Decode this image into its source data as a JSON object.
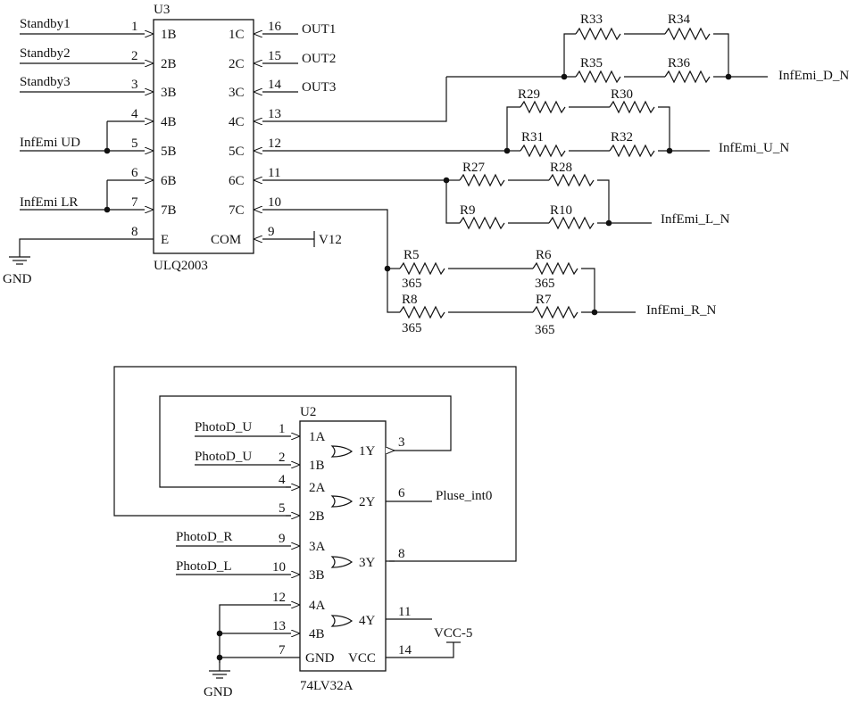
{
  "u3": {
    "ref": "U3",
    "part": "ULQ2003",
    "left_pins": [
      {
        "num": "1",
        "name": "1B",
        "net": "Standby1"
      },
      {
        "num": "2",
        "name": "2B",
        "net": "Standby2"
      },
      {
        "num": "3",
        "name": "3B",
        "net": "Standby3"
      },
      {
        "num": "4",
        "name": "4B",
        "net": ""
      },
      {
        "num": "5",
        "name": "5B",
        "net": "InfEmi UD"
      },
      {
        "num": "6",
        "name": "6B",
        "net": ""
      },
      {
        "num": "7",
        "name": "7B",
        "net": "InfEmi LR"
      },
      {
        "num": "8",
        "name": "E",
        "net": ""
      }
    ],
    "right_pins": [
      {
        "num": "16",
        "name": "1C",
        "net": "OUT1"
      },
      {
        "num": "15",
        "name": "2C",
        "net": "OUT2"
      },
      {
        "num": "14",
        "name": "3C",
        "net": "OUT3"
      },
      {
        "num": "13",
        "name": "4C",
        "net": ""
      },
      {
        "num": "12",
        "name": "5C",
        "net": ""
      },
      {
        "num": "11",
        "name": "6C",
        "net": ""
      },
      {
        "num": "10",
        "name": "7C",
        "net": ""
      },
      {
        "num": "9",
        "name": "COM",
        "net": "V12"
      }
    ],
    "gnd": "GND"
  },
  "resistors": {
    "d": {
      "top": [
        "R33",
        "R34"
      ],
      "bottom": [
        "R35",
        "R36"
      ],
      "net": "InfEmi_D_N"
    },
    "u": {
      "top": [
        "R29",
        "R30"
      ],
      "bottom": [
        "R31",
        "R32"
      ],
      "net": "InfEmi_U_N"
    },
    "l": {
      "top": [
        "R27",
        "R28"
      ],
      "bottom": [
        "R9",
        "R10"
      ],
      "net": "InfEmi_L_N"
    },
    "r": {
      "top": [
        "R5",
        "R6"
      ],
      "bottom": [
        "R8",
        "R7"
      ],
      "values": [
        "365",
        "365",
        "365",
        "365"
      ],
      "net": "InfEmi_R_N"
    }
  },
  "u2": {
    "ref": "U2",
    "part": "74LV32A",
    "left_pins": [
      {
        "num": "1",
        "name": "1A",
        "net": "PhotoD_U"
      },
      {
        "num": "2",
        "name": "1B",
        "net": "PhotoD_U"
      },
      {
        "num": "4",
        "name": "2A",
        "net": ""
      },
      {
        "num": "5",
        "name": "2B",
        "net": ""
      },
      {
        "num": "9",
        "name": "3A",
        "net": "PhotoD_R"
      },
      {
        "num": "10",
        "name": "3B",
        "net": "PhotoD_L"
      },
      {
        "num": "12",
        "name": "4A",
        "net": ""
      },
      {
        "num": "13",
        "name": "4B",
        "net": ""
      },
      {
        "num": "7",
        "name": "GND",
        "net": ""
      }
    ],
    "right_pins": [
      {
        "num": "3",
        "name": "1Y",
        "net": ""
      },
      {
        "num": "6",
        "name": "2Y",
        "net": "Pluse_int0"
      },
      {
        "num": "8",
        "name": "3Y",
        "net": ""
      },
      {
        "num": "11",
        "name": "4Y",
        "net": ""
      },
      {
        "num": "14",
        "name": "VCC",
        "net": "VCC-5"
      }
    ],
    "gnd": "GND"
  }
}
